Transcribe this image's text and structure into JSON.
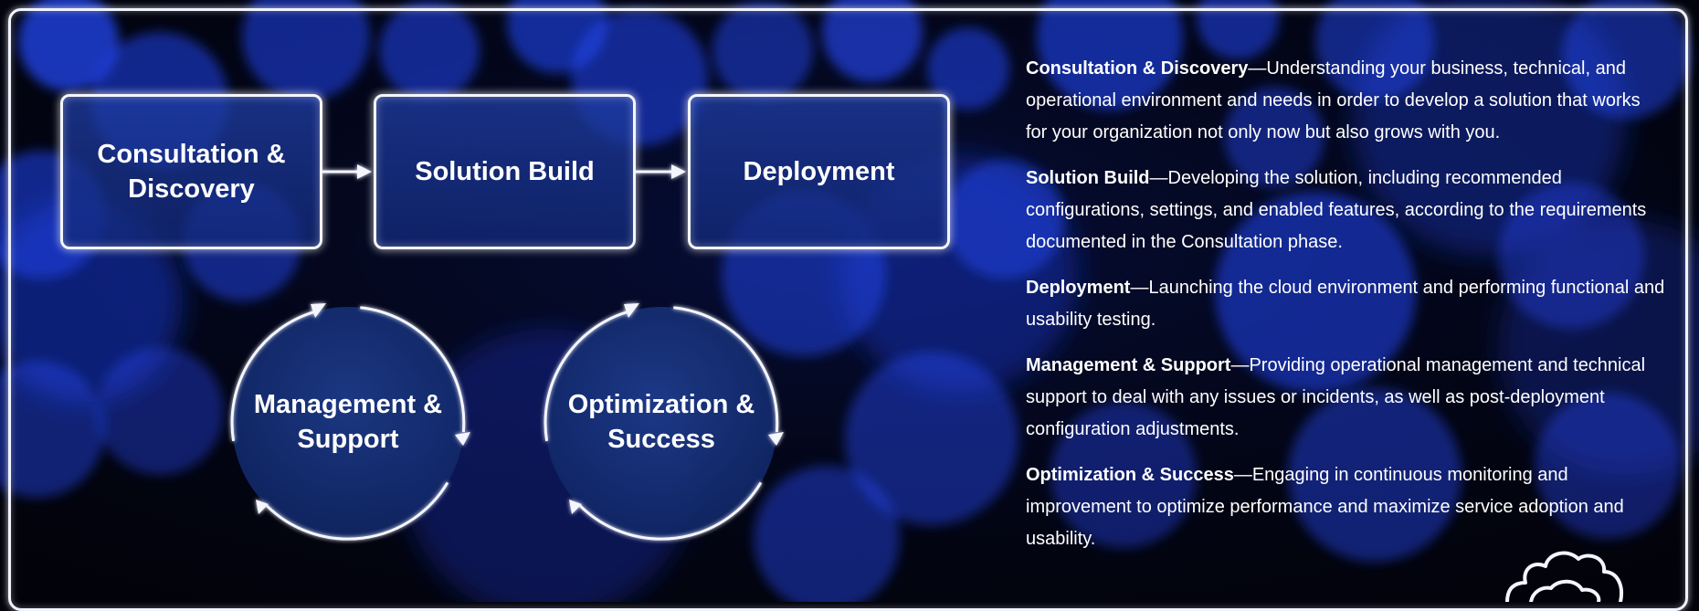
{
  "colors": {
    "background": "#02030c",
    "bokeh_blue": "#1f3fe0",
    "box_fill": "#1c3a9e",
    "circle_fill": "#15306e",
    "stroke": "#f4f6ff"
  },
  "flow": {
    "steps": [
      {
        "label": "Consultation & Discovery"
      },
      {
        "label": "Solution Build"
      },
      {
        "label": "Deployment"
      }
    ]
  },
  "cycles": [
    {
      "label": "Management & Support"
    },
    {
      "label": "Optimization & Success"
    }
  ],
  "descriptions": [
    {
      "term": "Consultation & Discovery",
      "text": "—Understanding your business, technical, and operational environment and needs in order to develop a solution that works for your organization not only now but also grows with you."
    },
    {
      "term": "Solution Build",
      "text": "—Developing the solution, including recommended configurations, settings, and enabled features, according to the requirements documented in the Consultation phase."
    },
    {
      "term": "Deployment",
      "text": "—Launching the cloud environment and performing functional and usability testing."
    },
    {
      "term": "Management & Support",
      "text": "—Providing operational management and technical support to deal with any issues or incidents, as well as post-deployment configuration adjustments."
    },
    {
      "term": "Optimization & Success",
      "text": "—Engaging in continuous monitoring and improvement to optimize performance and maximize service adoption and usability."
    }
  ],
  "icons": {
    "logo": "cloud-icon"
  }
}
